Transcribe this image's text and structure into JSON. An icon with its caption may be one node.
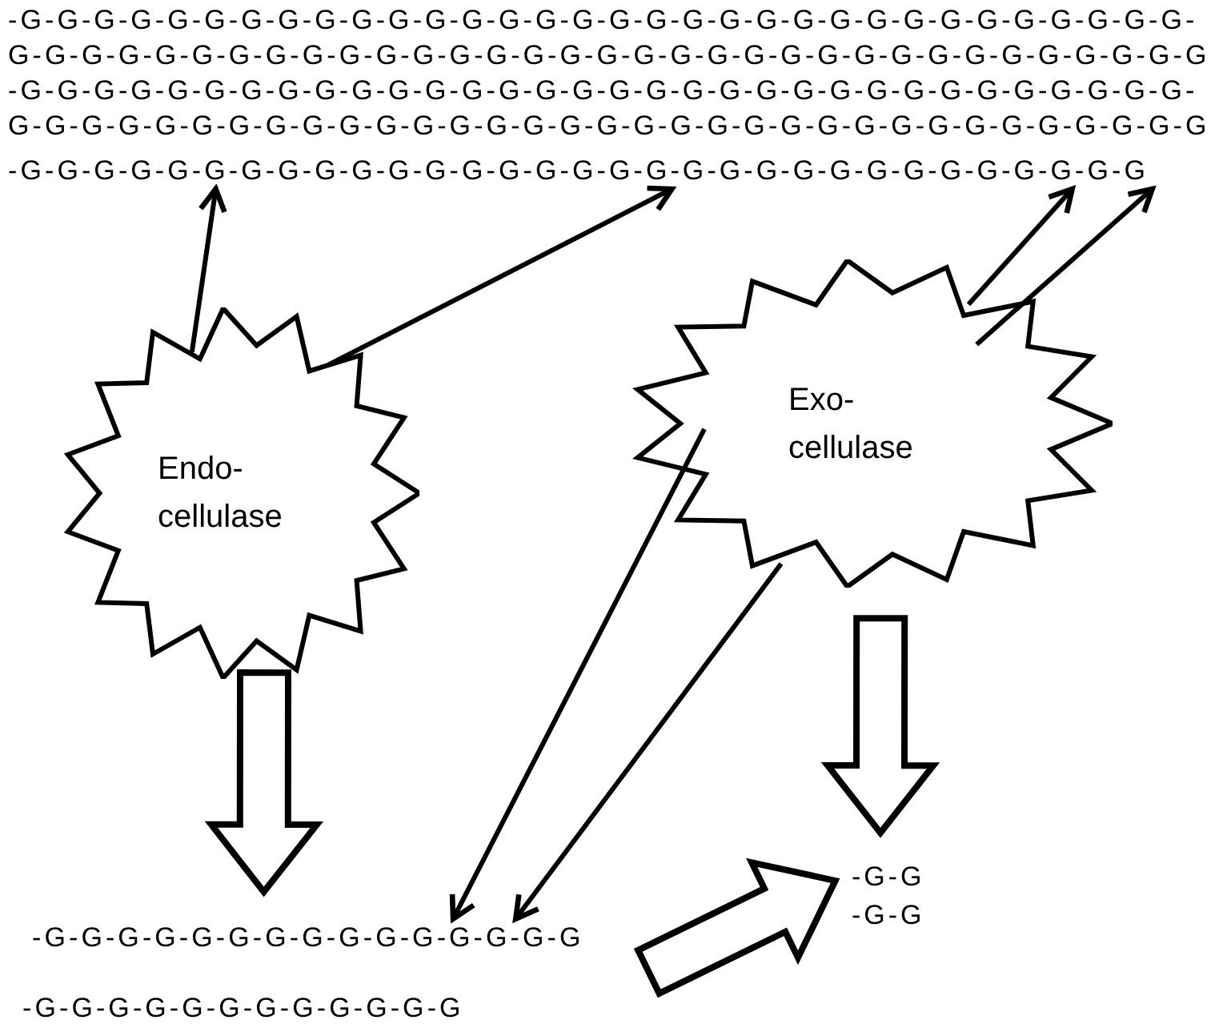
{
  "diagram": {
    "nodes": [
      {
        "text": [
          "-G-G-G-G-G-G-G-G-G-G-G-G-G-G-G-G-G-G-G-G-G-G-G-G-G-G-G-G-G-G-G-G-"
        ]
      },
      {
        "text": [
          "G-G-G-G-G-G-G-G-G-G-G-G-G-G-G-G-G-G-G-G-G-G-G-G-G-G-G-G-G-G-G-G-G"
        ]
      },
      {
        "text": [
          "-G-G-G-G-G-G-G-G-G-G-G-G-G-G-G-G-G-G-G-G-G-G-G-G-G-G-G-G-G-G-G-G-"
        ]
      },
      {
        "text": [
          "G-G-G-G-G-G-G-G-G-G-G-G-G-G-G-G-G-G-G-G-G-G-G-G-G-G-G-G-G-G-G-G-G"
        ]
      },
      {
        "text": [
          "-G-G-G-G-G-G-G-G-G-G-G-G-G-G-G-G-G-G-G-G-G-G-G-G-G-G-G-G-G-G-G"
        ]
      },
      {
        "text": [
          "Endo- cellulase"
        ]
      },
      {
        "text": [
          "Exo- cellulase"
        ]
      },
      {
        "text": [
          "-G-G-G-G-G-G-G-G-G-G-G-G-G-G-G"
        ]
      },
      {
        "text": [
          "-G-G-G-G-G-G-G-G-G-G-G-G"
        ]
      },
      {
        "text": [
          "-G-G"
        ]
      },
      {
        "text": [
          "-G-G"
        ]
      }
    ],
    "edges": [
      {
        "from": 5,
        "to": 4,
        "arrow": "to"
      },
      {
        "from": 5,
        "to": 4,
        "arrow": "to"
      },
      {
        "from": 6,
        "to": 4,
        "arrow": "to"
      },
      {
        "from": 6,
        "to": 4,
        "arrow": "to"
      },
      {
        "from": 6,
        "to": 7,
        "arrow": "to"
      },
      {
        "from": 6,
        "to": 7,
        "arrow": "to"
      },
      {
        "from": 5,
        "to": 7,
        "arrow": "to",
        "style": "thick"
      },
      {
        "from": 6,
        "to": 9,
        "arrow": "to",
        "style": "thick"
      },
      {
        "from": 7,
        "to": 9,
        "arrow": "to",
        "style": "thick"
      }
    ]
  }
}
